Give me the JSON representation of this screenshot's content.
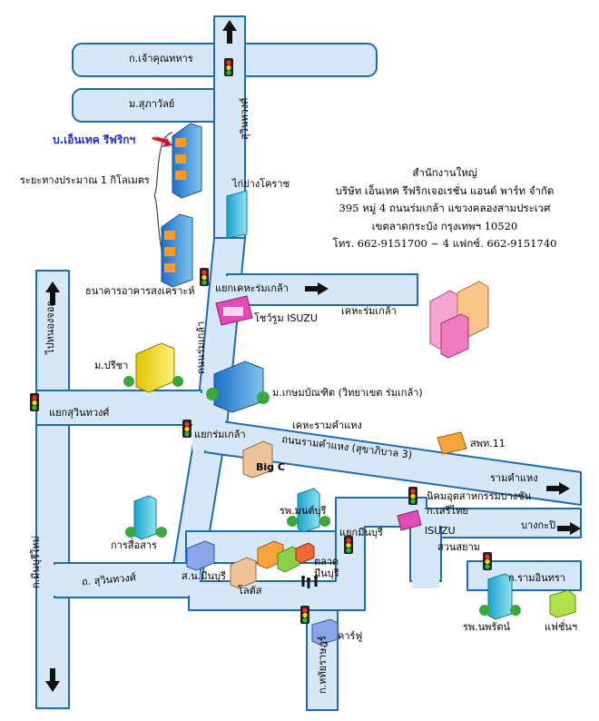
{
  "labels": {
    "road_chao_khun_thahan": "ก.เจ้าคุณทหาร",
    "road_su_phawan": "ม.สุภาวัลย์",
    "road_suwinthawong_junc": "สุวินทวงศ์",
    "company_marker": "บ.เอ็นเทค รีฟริกฯ",
    "distance_note": "ระยะทางประมาณ 1 กิโลเมตร",
    "bank": "ธนาคารอาคารสงเคราะห์",
    "kai_yang": "ไก่ย่างโคราช",
    "junction_kheha_romklao": "แยกเคหะร่มเกล้า",
    "kheha_romklao": "เคหะร่มเกล้า",
    "showroom_isuzu": "โชว์รูม ISUZU",
    "nong_chok": "ไปหนองจอก",
    "prisa": "ม.ปรีชา",
    "road_romklao": "ถนนร่มเกล้า",
    "kasem_bundit": "ม.เกษมบัณฑิต (วิทยาเขต ร่มเกล้า)",
    "junction_suwinthawong": "แยกสุวินทวงศ์",
    "junction_romklao": "แยกร่มเกล้า",
    "kheha_ramkhamhaeng": "เคหะรามคำแหง",
    "road_ramkhamhaeng": "ถนนรามคำแหง (สุขาภิบาล 3)",
    "pho_tho_tho": "สพท.11",
    "big_c": "Big C",
    "ramkhamhaeng": "รามคำแหง",
    "min_buri_road": "ก.มีนบุรีใหม่",
    "industrial_estate": "นิคมอุตสาหกรรมบางชัน",
    "seri_thai": "ก.เสรีไทย",
    "hospital_min_buri": "รพ.มนต์บุรี",
    "communications": "การสื่อสาร",
    "junction_min_buri": "แยกมีนบุรี",
    "isuzu": "ISUZU",
    "bang_kapi": "บางกะปิ",
    "suan_siam": "สวนสยาม",
    "school_min_buri": "ส.น.มีนบุรี",
    "market_min_buri": "ตลาด มีนบุรี",
    "road_suwinthawong": "ถ. สุวินทวงศ์",
    "lotus": "โลตัส",
    "ram_inthra": "ก.รามอินทรา",
    "hospital_noppharat": "รพ.นพรัตน์",
    "fashion": "แฟชั่นฯ",
    "carrefour": "คาร์ฟู",
    "hathai_rat": "ก.หทัยราษฎร์"
  },
  "headquarters": {
    "title": "สำนักงานใหญ่",
    "company": "บริษัท เอ็นเทค รีฟริกเจอเรชั่น แอนด์ พาร์ท จำกัด",
    "address1": "395 หมู่ 4 ถนนร่มเกล้า แขวงคลองสามประเวศ",
    "address2": "เขตลาดกระบัง กรุงเทพฯ 10520",
    "contact": "โทร. 662-9151700 ~ 4  แฟกซ์. 662-9151740"
  },
  "colors": {
    "road_fill": "#d6e7f7",
    "road_stroke": "#1f6ab3",
    "arrow": "#111111",
    "marker_arrow": "#e0102a",
    "company_text": "#1a2ec8"
  },
  "icons": [
    "traffic-light-icon",
    "arrow-icon",
    "building-icon",
    "tree-icon",
    "people-icon"
  ]
}
